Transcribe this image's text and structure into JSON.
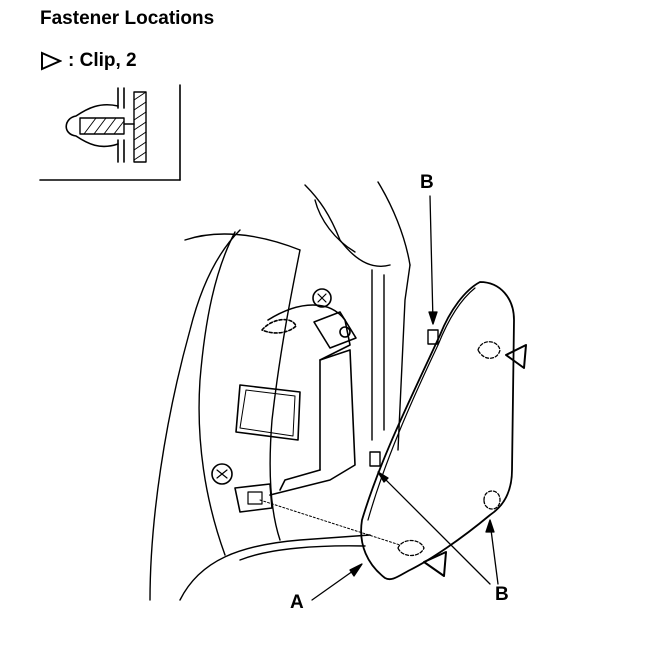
{
  "header": {
    "title": "Fastener Locations"
  },
  "legend": {
    "symbol": "clip-triangle",
    "text": ": Clip, 2"
  },
  "callouts": {
    "a": "A",
    "b_top": "B",
    "b_bottom": "B"
  }
}
